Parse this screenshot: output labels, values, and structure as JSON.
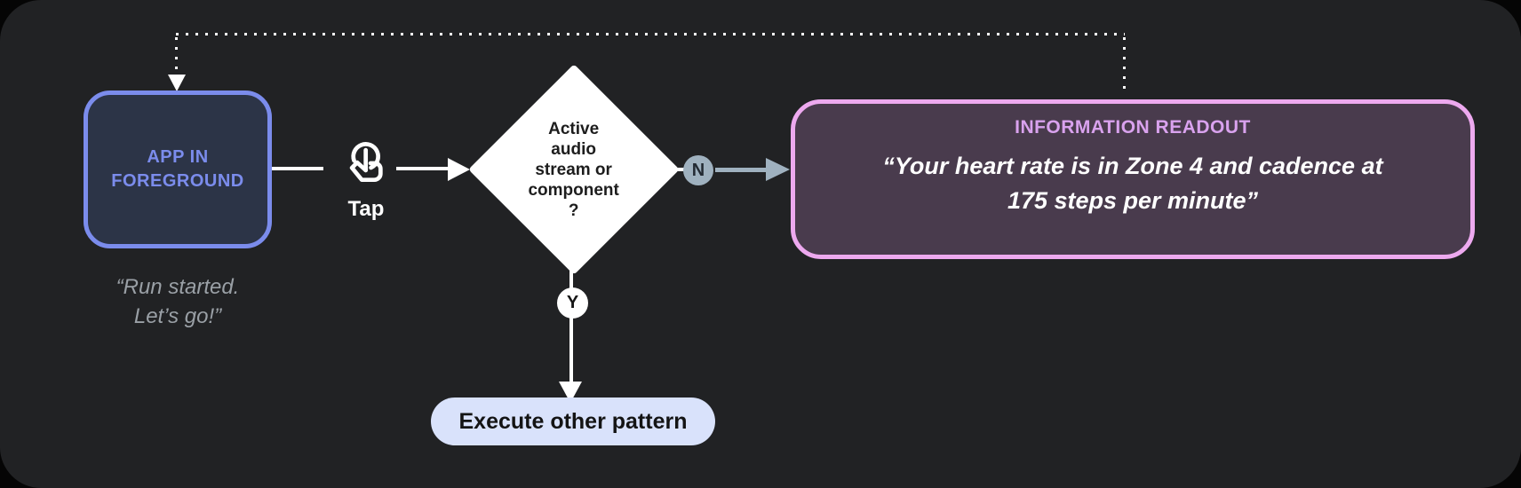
{
  "colors": {
    "outer_background": "#050505",
    "canvas_background": "#212224",
    "app_node_border": "#7B8CEC",
    "app_node_fill": "#2C3447",
    "app_node_text": "#7B8CEC",
    "caption_text": "#9AA0A6",
    "connector_white": "#FFFFFF",
    "no_branch_steel": "#9FB1BF",
    "readout_border": "#EDA9EF",
    "readout_fill": "#493B4D",
    "readout_title_text": "#D9A2EE",
    "action_pill_fill": "#D9E2FB"
  },
  "app_node": {
    "label": "APP IN\nFOREGROUND",
    "caption": "“Run started.\nLet’s go!”"
  },
  "tap": {
    "label": "Tap",
    "icon": "tap-gesture-icon"
  },
  "decision": {
    "question": "Active\naudio\nstream or\ncomponent\n?"
  },
  "branches": {
    "no_label": "N",
    "yes_label": "Y"
  },
  "readout": {
    "title": "INFORMATION READOUT",
    "quote": "“Your heart rate is in Zone 4 and cadence at\n175 steps per minute”"
  },
  "action": {
    "label": "Execute other pattern"
  }
}
